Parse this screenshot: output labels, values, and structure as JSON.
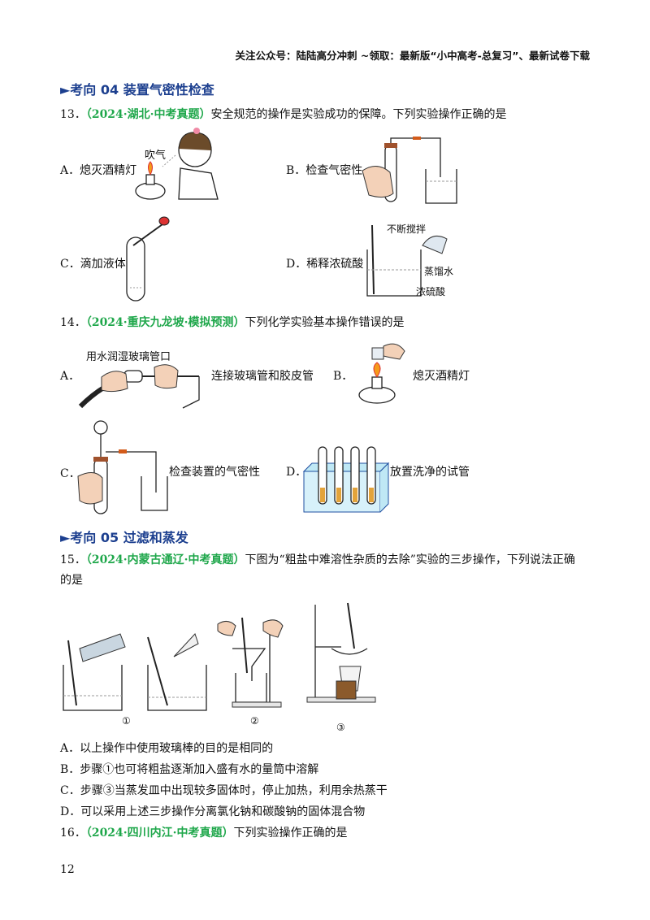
{
  "header": "关注公众号：陆陆高分冲刺 ~领取：最新版“小中高考-总复习”、最新试卷下载",
  "section_04": "►考向 04 装置气密性检查",
  "q13": {
    "num": "13．",
    "src": "（2024·湖北·中考真题）",
    "text": "安全规范的操作是实验成功的保障。下列实验操作正确的是",
    "A": "A．熄灭酒精灯",
    "A_label": "吹气",
    "B": "B．检查气密性",
    "C": "C．滴加液体",
    "D": "D．稀释浓硫酸",
    "D_labels": [
      "不断搅拌",
      "蒸馏水",
      "浓硫酸"
    ]
  },
  "q14": {
    "num": "14．",
    "src": "（2024·重庆九龙坡·模拟预测）",
    "text": "下列化学实验基本操作错误的是",
    "A": "A．",
    "A_top": "用水润湿玻璃管口",
    "A_side": "连接玻璃管和胶皮管",
    "B": "B．",
    "B_side": "熄灭酒精灯",
    "C": "C．",
    "C_side": "检查装置的气密性",
    "D": "D．",
    "D_side": "放置洗净的试管"
  },
  "section_05": "►考向 05  过滤和蒸发",
  "q15": {
    "num": "15．",
    "src": "（2024·内蒙古通辽·中考真题）",
    "text": "下图为“粗盐中难溶性杂质的去除”实验的三步操作，下列说法正确",
    "text2": "的是",
    "steps": [
      "①",
      "②",
      "③"
    ],
    "A": "A．以上操作中使用玻璃棒的目的是相同的",
    "B": "B．步骤①也可将粗盐逐渐加入盛有水的量筒中溶解",
    "C": "C．步骤③当蒸发皿中出现较多固体时，停止加热，利用余热蒸干",
    "D": "D．可以采用上述三步操作分离氯化钠和碳酸钠的固体混合物"
  },
  "q16": {
    "num": "16．",
    "src": "（2024·四川内江·中考真题）",
    "text": "下列实验操作正确的是"
  },
  "page_number": "12"
}
